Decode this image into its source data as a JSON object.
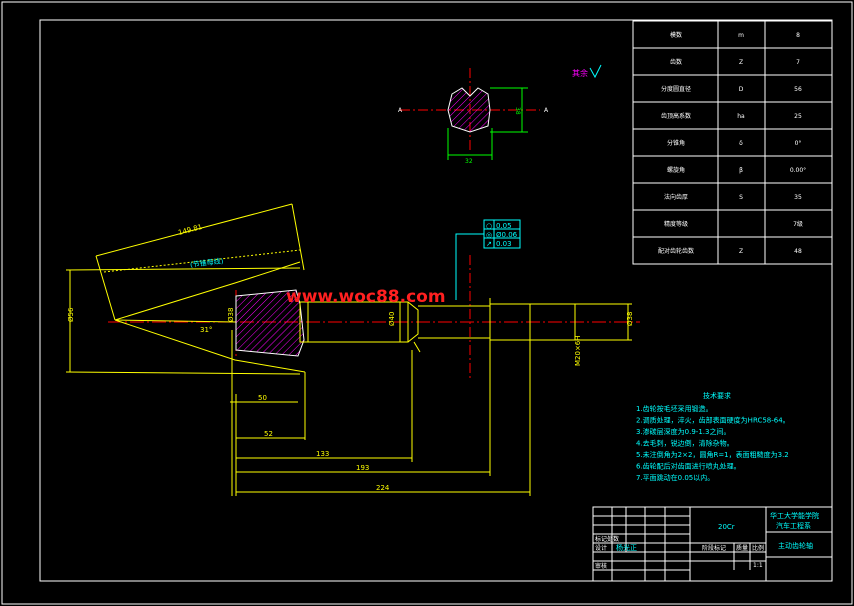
{
  "param_table": {
    "rows": [
      {
        "name": "模数",
        "symbol": "m",
        "value": "8"
      },
      {
        "name": "齿数",
        "symbol": "Z",
        "value": "7"
      },
      {
        "name": "分度圆直径",
        "symbol": "D",
        "value": "56"
      },
      {
        "name": "齿顶高系数",
        "symbol": "ha",
        "value": "25"
      },
      {
        "name": "分锥角",
        "symbol": "δ",
        "value": "0°"
      },
      {
        "name": "螺旋角",
        "symbol": "β",
        "value": "0.00°"
      },
      {
        "name": "法向齿厚",
        "symbol": "S",
        "value": "35"
      },
      {
        "name": "精度等级",
        "symbol": "",
        "value": "7级"
      },
      {
        "name": "配对齿轮齿数",
        "symbol": "Z",
        "value": "48"
      }
    ]
  },
  "surface_note": "其余",
  "section": {
    "width_dim": "32",
    "height_dim": "38",
    "cut_letter": "A"
  },
  "tolerance_frame": [
    {
      "symbol": "○",
      "value": "0.05"
    },
    {
      "symbol": "◎",
      "value": "Ø0.06"
    },
    {
      "symbol": "↗",
      "value": "0.03"
    }
  ],
  "dims": {
    "cone_slant": "149.81",
    "cone_label": "(节锥母线)",
    "left_dia": "Ø56",
    "angle": "31°",
    "head_dia": "Ø38",
    "neck_dia": "Ø40",
    "thread": "M20×6H",
    "end_dia": "Ø38",
    "d50": "50",
    "d52": "52",
    "d133": "133",
    "d193": "193",
    "d224": "224"
  },
  "watermark": "www.woc88.com",
  "tech_req": {
    "title": "技术要求",
    "items": [
      "1.齿轮按毛坯采用锻造。",
      "2.调质处理，淬火，齿部表面硬度为HRC58-64。",
      "3.渗碳层深度为0.9-1.3之间。",
      "4.去毛刺，锐边倒，清除杂物。",
      "5.未注倒角为2×2，圆角R=1，表面粗糙度为3.2",
      "6.齿轮配后对齿面进行喷丸处理。",
      "7.平面跳动在0.05以内。"
    ]
  },
  "title_block": {
    "material": "20Cr",
    "school": "华工大学能学院",
    "dept": "汽车工程系",
    "part_name": "主动齿轮轴",
    "label_mark": "标记处数",
    "label_design": "设计",
    "designer": "杨光正",
    "label_stage": "阶段标记",
    "label_mass": "质量",
    "label_scale": "比例",
    "scale": "1:1",
    "label_review": "审核"
  }
}
